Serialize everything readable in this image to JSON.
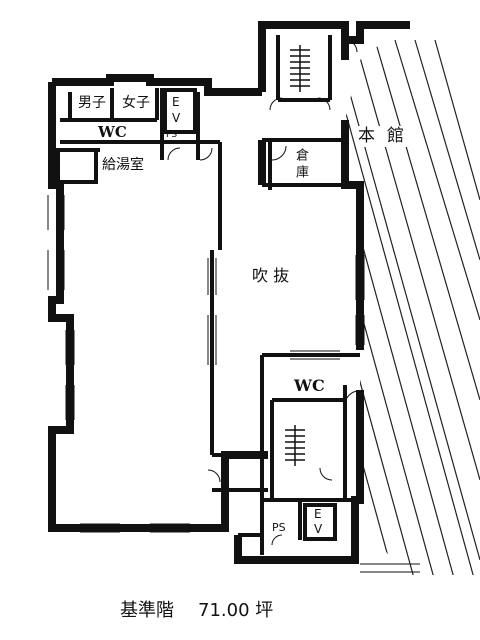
{
  "rooms": {
    "male_wc": "男子",
    "female_wc": "女子",
    "ev_1": "E\nV",
    "ps_1": "PS",
    "wc_1": "WC",
    "pantry": "給湯室",
    "honkan": "本館",
    "storage": "倉庫",
    "atrium": "吹 抜",
    "wc_2": "WC",
    "ps_2": "PS",
    "ev_2": "E\nV"
  },
  "caption": {
    "floor": "基準階",
    "area": "71.00 坪"
  }
}
